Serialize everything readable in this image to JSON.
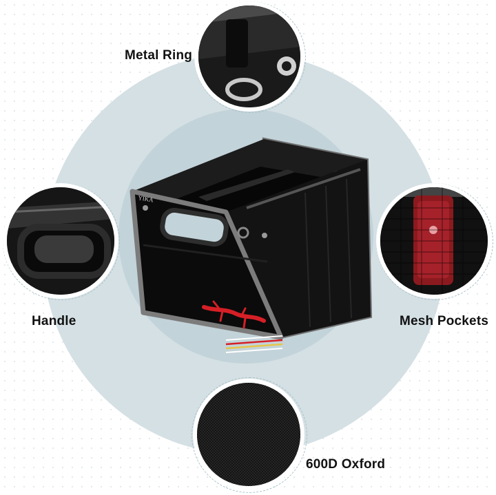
{
  "labels": {
    "metal_ring": "Metal Ring",
    "handle": "Handle",
    "mesh_pockets": "Mesh Pockets",
    "oxford": "600D Oxford"
  },
  "brand_text": "YIKA",
  "colors": {
    "background": "#ffffff",
    "outer_circle": "#d4e0e4",
    "inner_circle": "#c2d3d9",
    "box_body": "#121212",
    "box_trim": "#7c7c7c",
    "gecko": "#d61f26"
  },
  "icons": [
    "metal-ring-detail",
    "handle-detail",
    "mesh-pocket-detail",
    "oxford-fabric-detail",
    "gecko-logo"
  ]
}
